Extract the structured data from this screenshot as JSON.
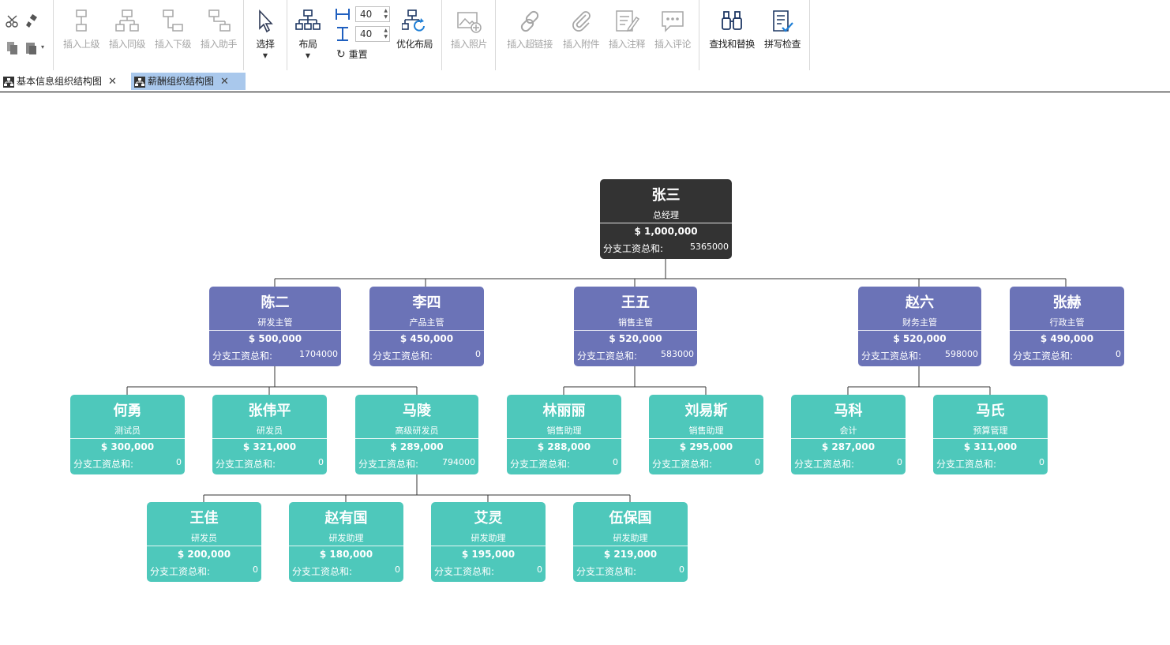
{
  "ribbon": {
    "insert_parent": "插入上级",
    "insert_sibling": "插入同级",
    "insert_child": "插入下级",
    "insert_assistant": "插入助手",
    "select": "选择",
    "layout": "布局",
    "spacing_h": "40",
    "spacing_v": "40",
    "reset": "重置",
    "optimize_layout": "优化布局",
    "insert_photo": "插入照片",
    "insert_hyperlink": "插入超链接",
    "insert_attachment": "插入附件",
    "insert_note": "插入注释",
    "insert_comment": "插入评论",
    "find_replace": "查找和替换",
    "spell_check": "拼写检查"
  },
  "tabs": [
    {
      "label": "基本信息组织结构图",
      "close": "✕"
    },
    {
      "label": "薪酬组织结构图",
      "close": "✕"
    }
  ],
  "chart": {
    "sum_label": "分支工资总和:",
    "nodes": {
      "root": {
        "name": "张三",
        "role": "总经理",
        "salary": "$ 1,000,000",
        "sum": "5365000"
      },
      "m1": {
        "name": "陈二",
        "role": "研发主管",
        "salary": "$ 500,000",
        "sum": "1704000"
      },
      "m2": {
        "name": "李四",
        "role": "产品主管",
        "salary": "$ 450,000",
        "sum": "0"
      },
      "m3": {
        "name": "王五",
        "role": "销售主管",
        "salary": "$ 520,000",
        "sum": "583000"
      },
      "m4": {
        "name": "赵六",
        "role": "财务主管",
        "salary": "$ 520,000",
        "sum": "598000"
      },
      "m5": {
        "name": "张赫",
        "role": "行政主管",
        "salary": "$ 490,000",
        "sum": "0"
      },
      "s1": {
        "name": "何勇",
        "role": "测试员",
        "salary": "$ 300,000",
        "sum": "0"
      },
      "s2": {
        "name": "张伟平",
        "role": "研发员",
        "salary": "$ 321,000",
        "sum": "0"
      },
      "s3": {
        "name": "马陵",
        "role": "高级研发员",
        "salary": "$ 289,000",
        "sum": "794000"
      },
      "s4": {
        "name": "林丽丽",
        "role": "销售助理",
        "salary": "$ 288,000",
        "sum": "0"
      },
      "s5": {
        "name": "刘易斯",
        "role": "销售助理",
        "salary": "$ 295,000",
        "sum": "0"
      },
      "s6": {
        "name": "马科",
        "role": "会计",
        "salary": "$ 287,000",
        "sum": "0"
      },
      "s7": {
        "name": "马氏",
        "role": "预算管理",
        "salary": "$ 311,000",
        "sum": "0"
      },
      "t1": {
        "name": "王佳",
        "role": "研发员",
        "salary": "$ 200,000",
        "sum": "0"
      },
      "t2": {
        "name": "赵有国",
        "role": "研发助理",
        "salary": "$ 180,000",
        "sum": "0"
      },
      "t3": {
        "name": "艾灵",
        "role": "研发助理",
        "salary": "$ 195,000",
        "sum": "0"
      },
      "t4": {
        "name": "伍保国",
        "role": "研发助理",
        "salary": "$ 219,000",
        "sum": "0"
      }
    }
  },
  "colors": {
    "root": "#333333",
    "manager": "#6b73b7",
    "staff": "#4ec8bb",
    "active_tab": "#a9c8ec"
  }
}
